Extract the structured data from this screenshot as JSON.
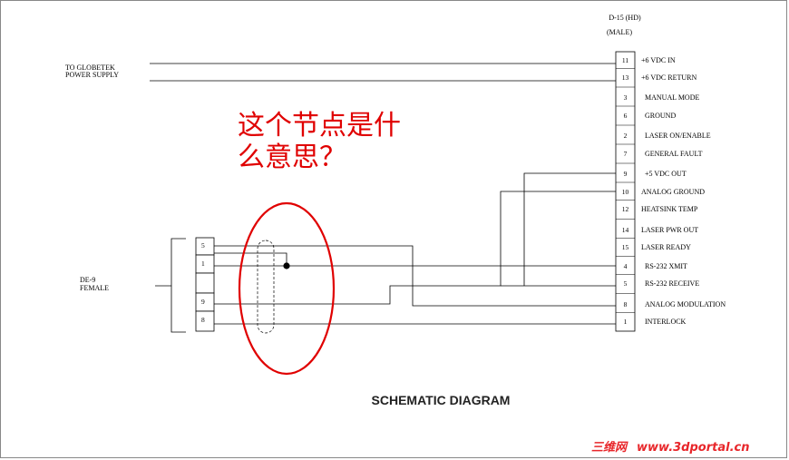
{
  "connector_d15": {
    "title": "D-15 (HD)",
    "subtitle": "(MALE)",
    "pins": [
      {
        "num": "11",
        "label": "+6 VDC IN"
      },
      {
        "num": "13",
        "label": "+6 VDC RETURN"
      },
      {
        "num": "3",
        "label": "MANUAL MODE"
      },
      {
        "num": "6",
        "label": "GROUND"
      },
      {
        "num": "2",
        "label": "LASER ON/ENABLE"
      },
      {
        "num": "7",
        "label": "GENERAL FAULT"
      },
      {
        "num": "9",
        "label": "+5 VDC OUT"
      },
      {
        "num": "10",
        "label": "ANALOG GROUND"
      },
      {
        "num": "12",
        "label": "HEATSINK TEMP"
      },
      {
        "num": "14",
        "label": "LASER PWR OUT"
      },
      {
        "num": "15",
        "label": "LASER READY"
      },
      {
        "num": "4",
        "label": "RS-232 XMIT"
      },
      {
        "num": "5",
        "label": "RS-232 RECEIVE"
      },
      {
        "num": "8",
        "label": "ANALOG MODULATION"
      },
      {
        "num": "1",
        "label": "INTERLOCK"
      }
    ]
  },
  "connector_de9": {
    "label_line1": "DE-9",
    "label_line2": "FEMALE",
    "pins": [
      "5",
      "1",
      "9",
      "8"
    ]
  },
  "power_supply": {
    "line1": "TO GLOBETEK",
    "line2": "POWER SUPPLY"
  },
  "annotation": {
    "line1": "这个节点是什",
    "line2": "么意思？",
    "color": "#e00000"
  },
  "diagram_title": "SCHEMATIC DIAGRAM",
  "watermark": {
    "prefix": "三维网",
    "url": "www.3dportal.cn"
  }
}
